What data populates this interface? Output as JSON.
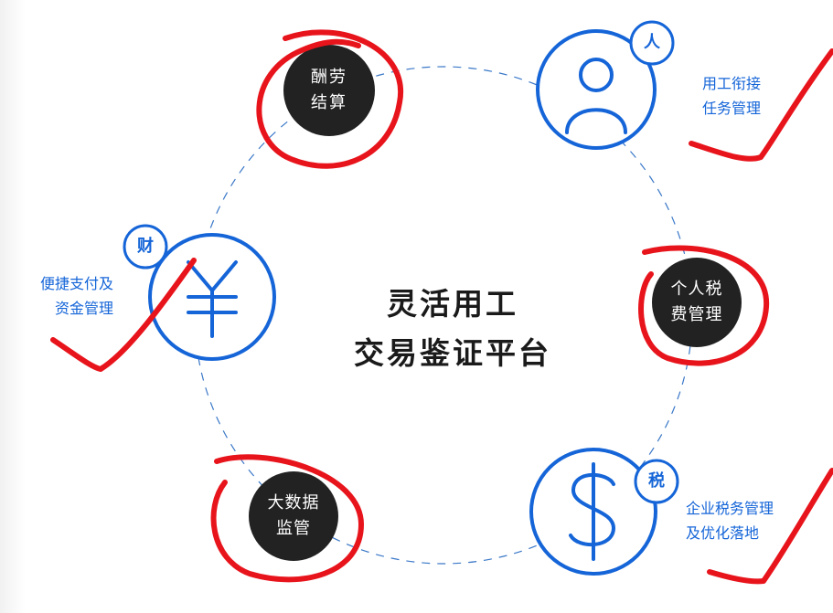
{
  "center": {
    "line1": "灵活用工",
    "line2": "交易鉴证平台"
  },
  "nodes": {
    "remuneration": {
      "line1": "酬劳",
      "line2": "结算"
    },
    "personal_tax": {
      "line1": "个人税",
      "line2": "费管理"
    },
    "big_data": {
      "line1": "大数据",
      "line2": "监管"
    }
  },
  "badges": {
    "person": "人",
    "finance": "财",
    "tax": "税"
  },
  "labels": {
    "employment": {
      "line1": "用工衔接",
      "line2": "任务管理"
    },
    "payment": {
      "line1": "便捷支付及",
      "line2": "资金管理"
    },
    "enterprise_tax": {
      "line1": "企业税务管理",
      "line2": "及优化落地"
    }
  },
  "icons": [
    "person-icon",
    "yuan-icon",
    "dollar-icon"
  ],
  "colors": {
    "accent": "#1565d8",
    "dark": "#222222",
    "annotation": "#e8141c"
  }
}
